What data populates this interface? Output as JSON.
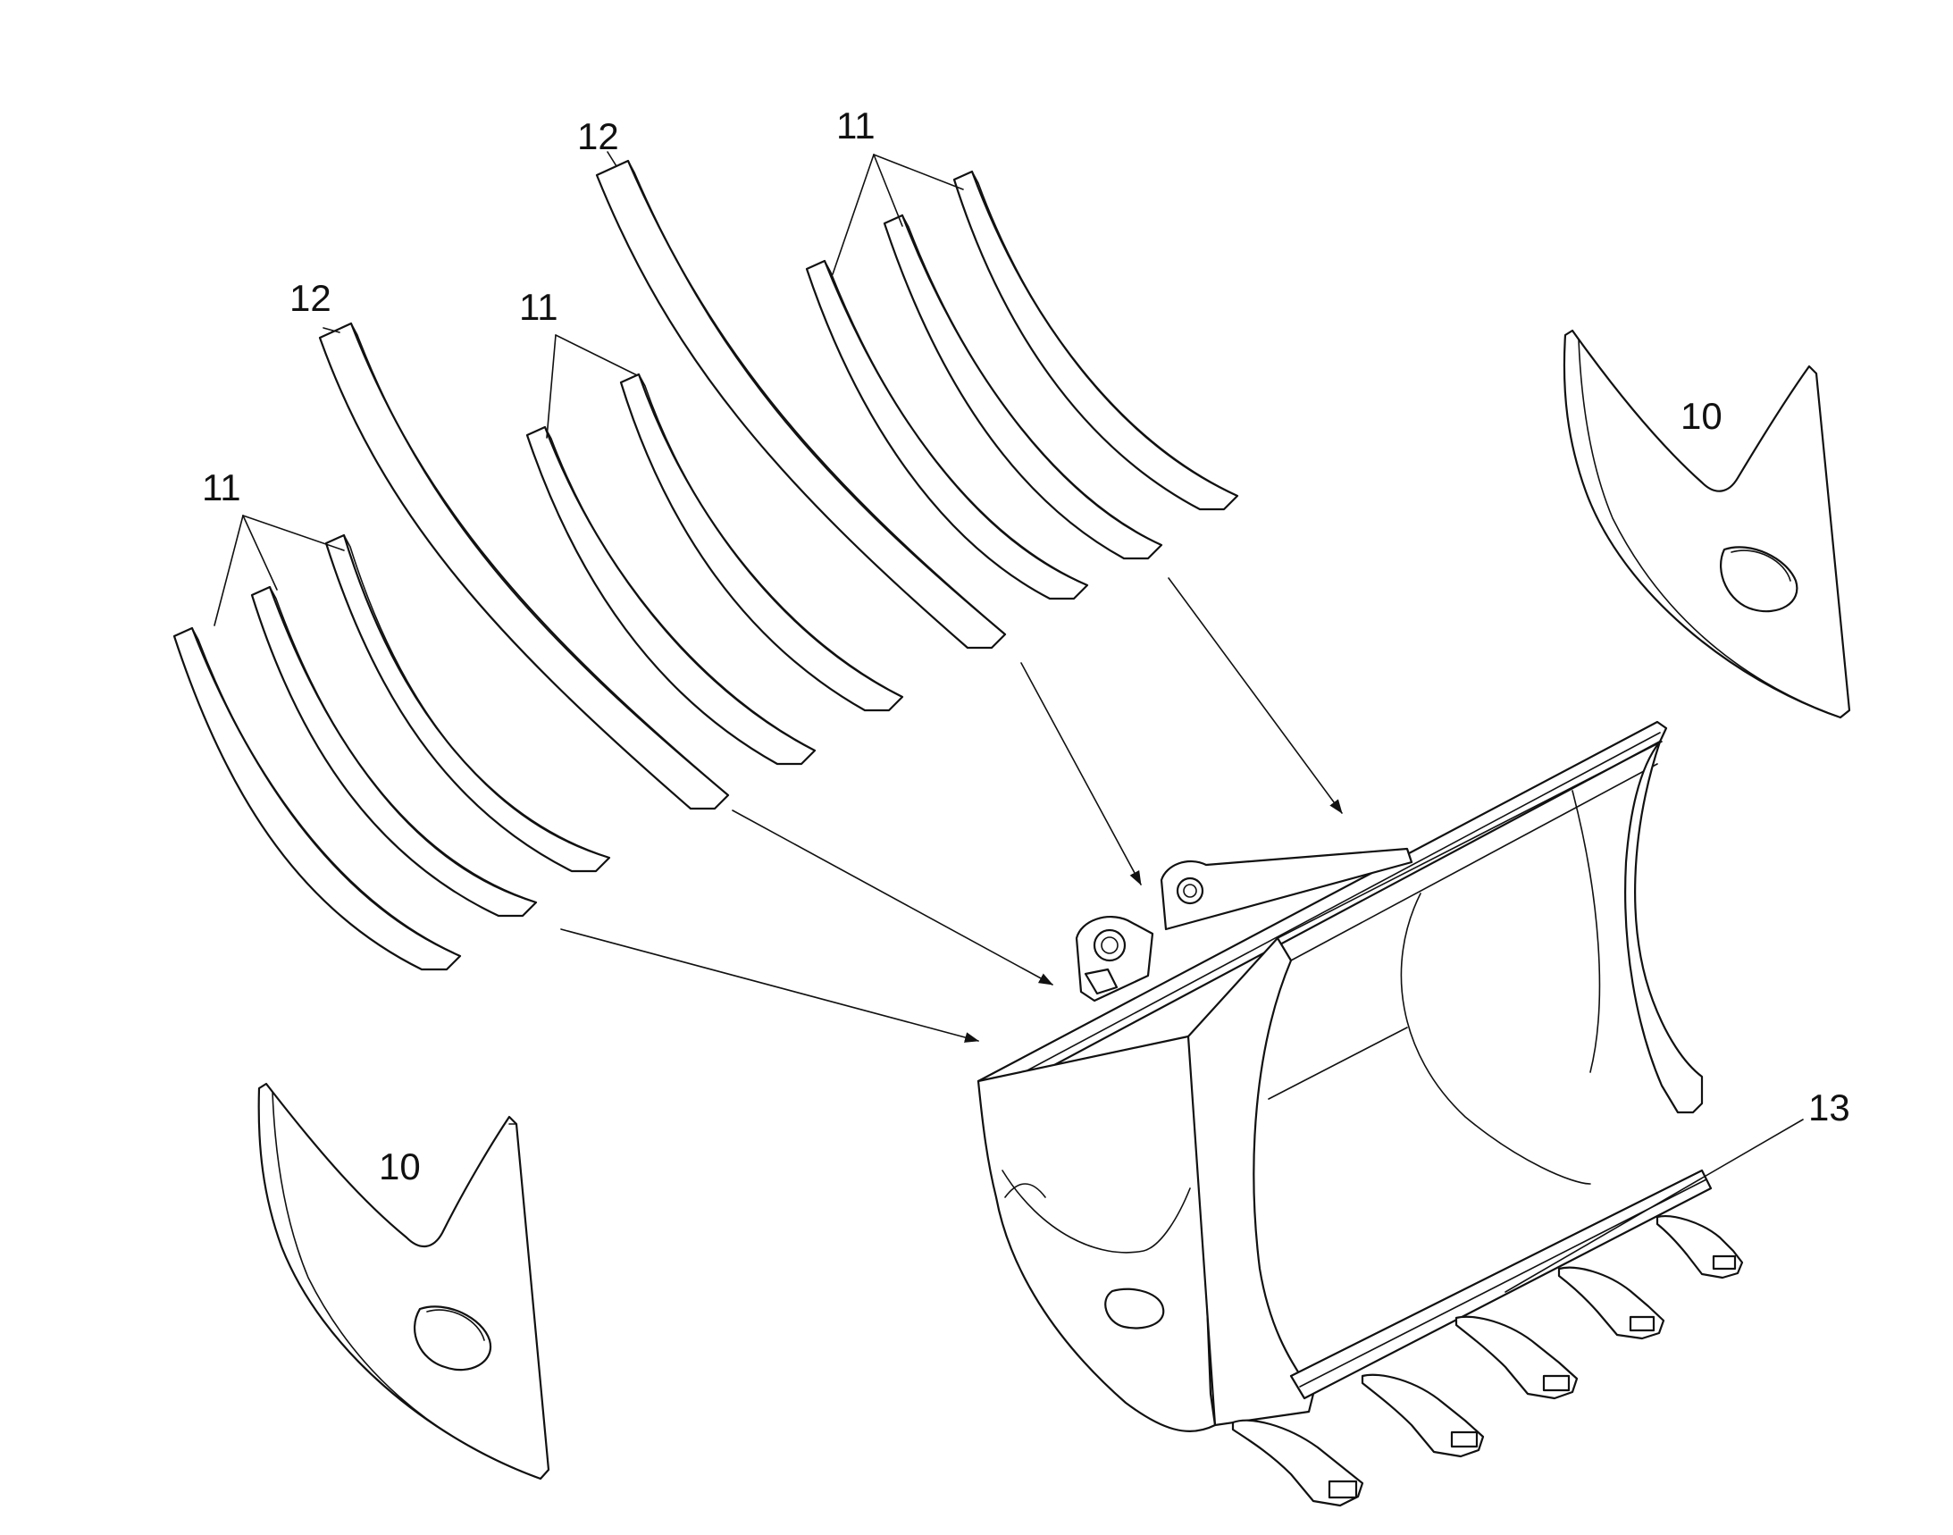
{
  "callouts": {
    "bar_12_left": "12",
    "bar_12_right": "12",
    "bars_11_left": "11",
    "bars_11_middle": "11",
    "bars_11_right": "11",
    "side_plate_left": "10",
    "side_plate_right": "10",
    "bucket": "13"
  }
}
